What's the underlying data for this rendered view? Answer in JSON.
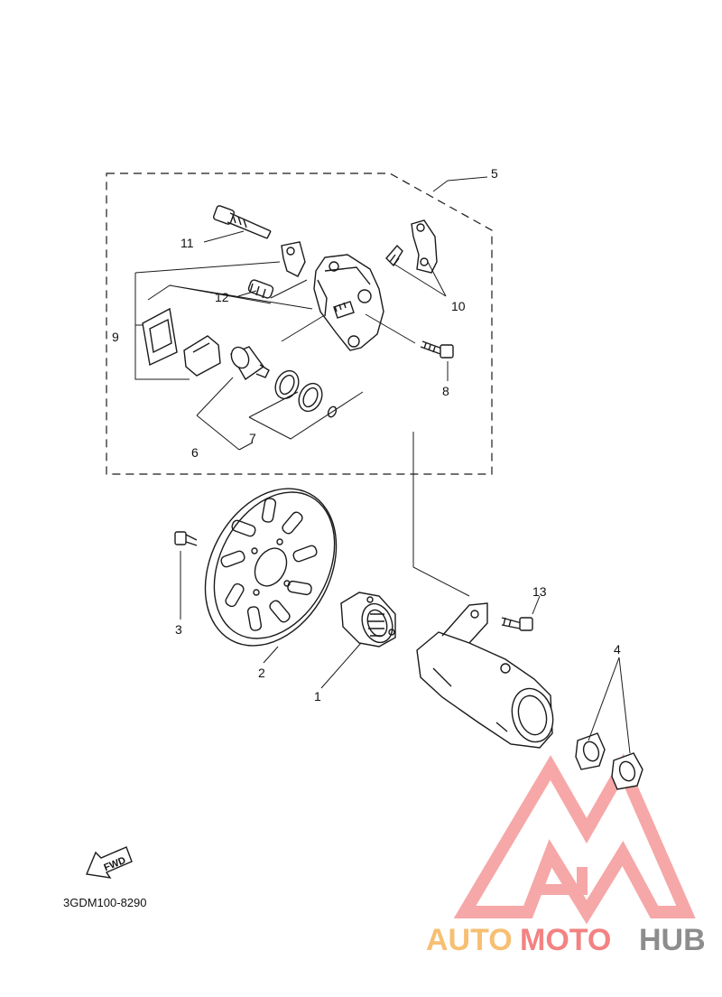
{
  "diagram": {
    "code": "3GDM100-8290",
    "fwd_label": "FWD",
    "callouts": {
      "c1": "1",
      "c2": "2",
      "c3": "3",
      "c4": "4",
      "c5": "5",
      "c6": "6",
      "c7": "7",
      "c8": "8",
      "c9": "9",
      "c10": "10",
      "c11": "11",
      "c12": "12",
      "c13": "13"
    }
  },
  "watermark": {
    "part_a": "AUTO",
    "part_b": "MOTO",
    "part_c": "HUB",
    "colors": {
      "orange": "#f6b45a",
      "red": "#f26d6d",
      "gray": "#7a7a7a"
    }
  }
}
